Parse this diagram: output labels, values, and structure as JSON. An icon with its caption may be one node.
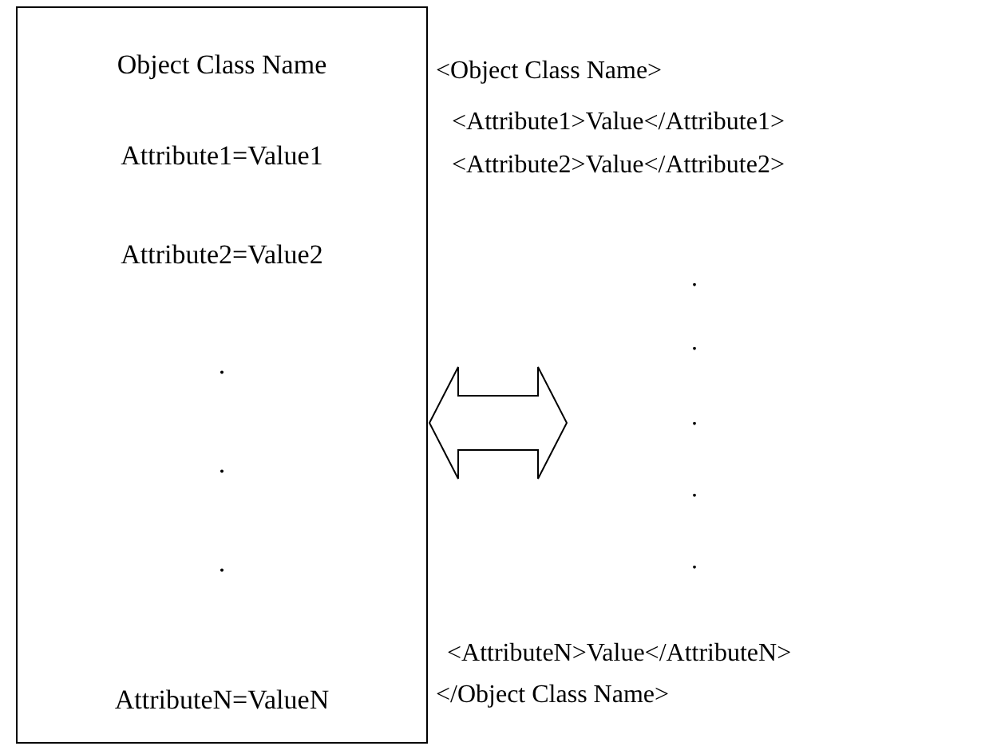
{
  "diagram": {
    "nodes": [
      {
        "text": [
          "Object Class Name",
          "Attribute1=Value1",
          "Attribute2=Value2",
          ".",
          ".",
          ".",
          "AttributeN=ValueN"
        ]
      },
      {
        "text": [
          "<Object Class Name>",
          "<Attribute1>Value</Attribute1>",
          "<Attribute2>Value</Attribute2>",
          ".",
          ".",
          ".",
          ".",
          ".",
          "<AttributeN>Value</AttributeN>",
          "</Object Class Name>"
        ]
      }
    ],
    "edges": [
      {
        "from": 0,
        "to": 1,
        "arrow": "both"
      }
    ]
  }
}
